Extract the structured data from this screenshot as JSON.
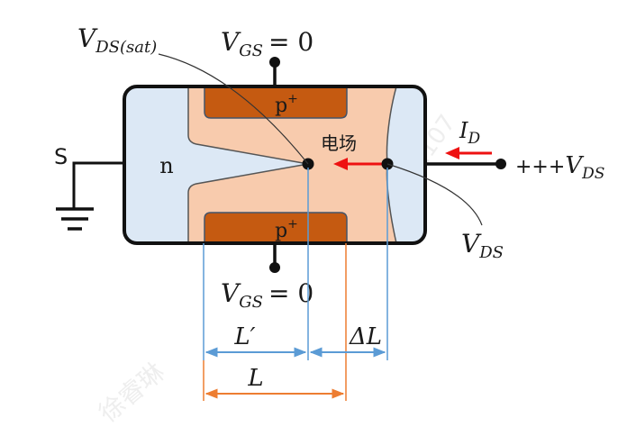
{
  "labels": {
    "vds_sat_main": "V",
    "vds_sat_sub": "DS(sat)",
    "vgs_top_main": "V",
    "vgs_top_sub": "GS",
    "vgs_top_eq": "= 0",
    "vgs_bottom_main": "V",
    "vgs_bottom_sub": "GS",
    "vgs_bottom_eq": "= 0",
    "source": "S",
    "n_region": "n",
    "p_plus_top": "p",
    "p_plus_top_sup": "+",
    "p_plus_bottom": "p",
    "p_plus_bottom_sup": "+",
    "electric_field": "电场",
    "id_main": "I",
    "id_sub": "D",
    "drain_prefix": "+++",
    "drain_main": "V",
    "drain_sub": "DS",
    "vds_point_main": "V",
    "vds_point_sub": "DS",
    "l_prime": "L′",
    "delta_l": "ΔL",
    "l": "L"
  },
  "watermark": {
    "name": "徐睿琳",
    "number": "3342107"
  },
  "colors": {
    "n_region": "#dce8f5",
    "depletion": "#f8cbad",
    "p_plus": "#c55a11",
    "arrow_red": "#ee1111",
    "dim_blue": "#5b9bd5",
    "dim_orange": "#ed7d31",
    "outline": "#111111"
  }
}
